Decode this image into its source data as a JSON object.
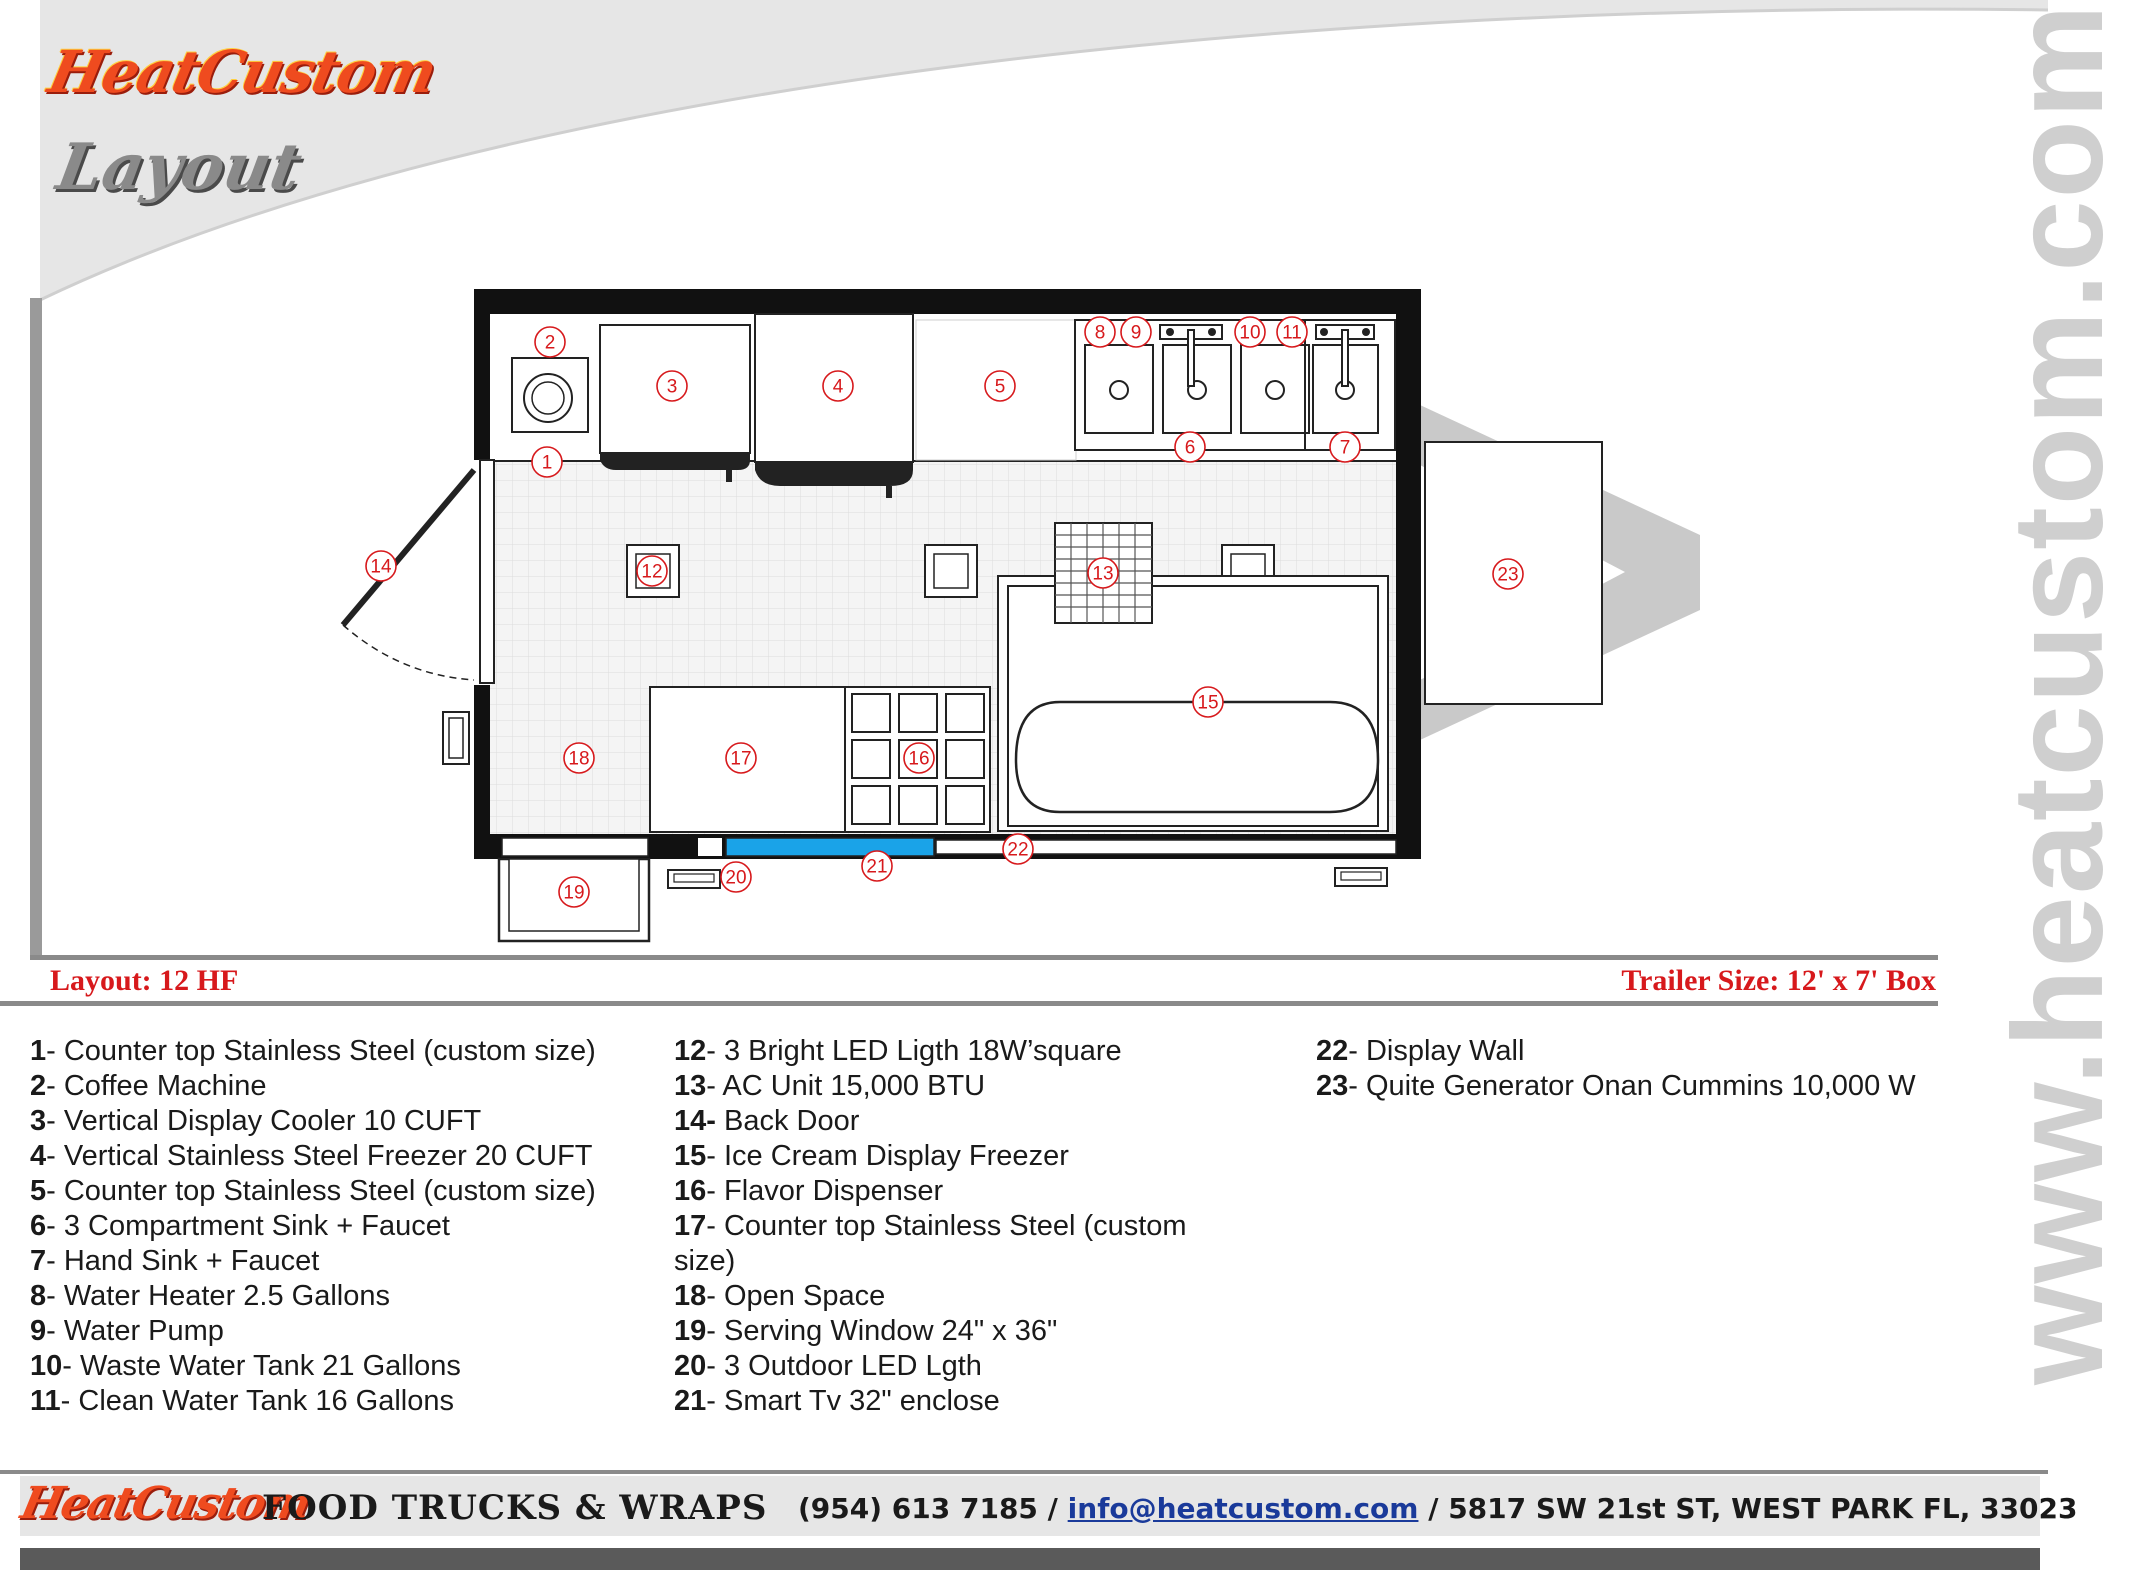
{
  "brand": {
    "name": "HeatCustom",
    "page_word": "Layout",
    "website": "www.heatcustom.com"
  },
  "layout_code": "Layout: 12 HF",
  "trailer_size": "Trailer Size: 12' x 7' Box",
  "diagram_markers": [
    "1",
    "2",
    "3",
    "4",
    "5",
    "6",
    "7",
    "8",
    "9",
    "10",
    "11",
    "12",
    "13",
    "14",
    "15",
    "16",
    "17",
    "18",
    "19",
    "20",
    "21",
    "22",
    "23"
  ],
  "legend": {
    "col1": [
      {
        "num": "1",
        "text": "- Counter top Stainless Steel (custom size)"
      },
      {
        "num": "2",
        "text": "- Coffee Machine"
      },
      {
        "num": "3",
        "text": "- Vertical Display Cooler 10 CUFT"
      },
      {
        "num": "4",
        "text": "- Vertical Stainless Steel Freezer 20 CUFT"
      },
      {
        "num": "5",
        "text": "- Counter top Stainless Steel (custom size)"
      },
      {
        "num": "6",
        "text": "- 3 Compartment Sink + Faucet"
      },
      {
        "num": "7",
        "text": "- Hand Sink + Faucet"
      },
      {
        "num": "8",
        "text": "- Water Heater 2.5 Gallons"
      },
      {
        "num": "9",
        "text": "- Water Pump"
      },
      {
        "num": "10",
        "text": "- Waste Water Tank 21 Gallons"
      },
      {
        "num": "11",
        "text": "- Clean Water Tank 16 Gallons"
      }
    ],
    "col2": [
      {
        "num": "12",
        "text": "- 3 Bright LED Ligth 18W’square"
      },
      {
        "num": "13",
        "text": "- AC Unit 15,000 BTU"
      },
      {
        "num": "14-",
        "text": " Back Door"
      },
      {
        "num": "15",
        "text": "- Ice Cream Display Freezer"
      },
      {
        "num": "16",
        "text": "- Flavor Dispenser"
      },
      {
        "num": "17",
        "text": "- Counter top Stainless Steel (custom size)"
      },
      {
        "num": "18",
        "text": "- Open Space"
      },
      {
        "num": "19",
        "text": "- Serving Window 24\" x 36\""
      },
      {
        "num": "20",
        "text": "- 3 Outdoor LED Lgth"
      },
      {
        "num": "21",
        "text": "- Smart Tv 32\" enclose"
      }
    ],
    "col3": [
      {
        "num": "22",
        "text": "- Display Wall"
      },
      {
        "num": "23",
        "text": "- Quite Generator Onan Cummins 10,000 W"
      }
    ]
  },
  "footer": {
    "logo": "HeatCustom",
    "tagline": "FOOD TRUCKS & WRAPS",
    "phone": "(954) 613 7185",
    "sep1": " / ",
    "email": "info@heatcustom.com",
    "sep2": " / ",
    "address": "5817 SW 21st ST, WEST PARK FL, 33023"
  },
  "colors": {
    "accent_red": "#d7191c",
    "tv_blue": "#1aa3e8",
    "logo_orange": "#ef4b1f",
    "wall": "#111111"
  }
}
